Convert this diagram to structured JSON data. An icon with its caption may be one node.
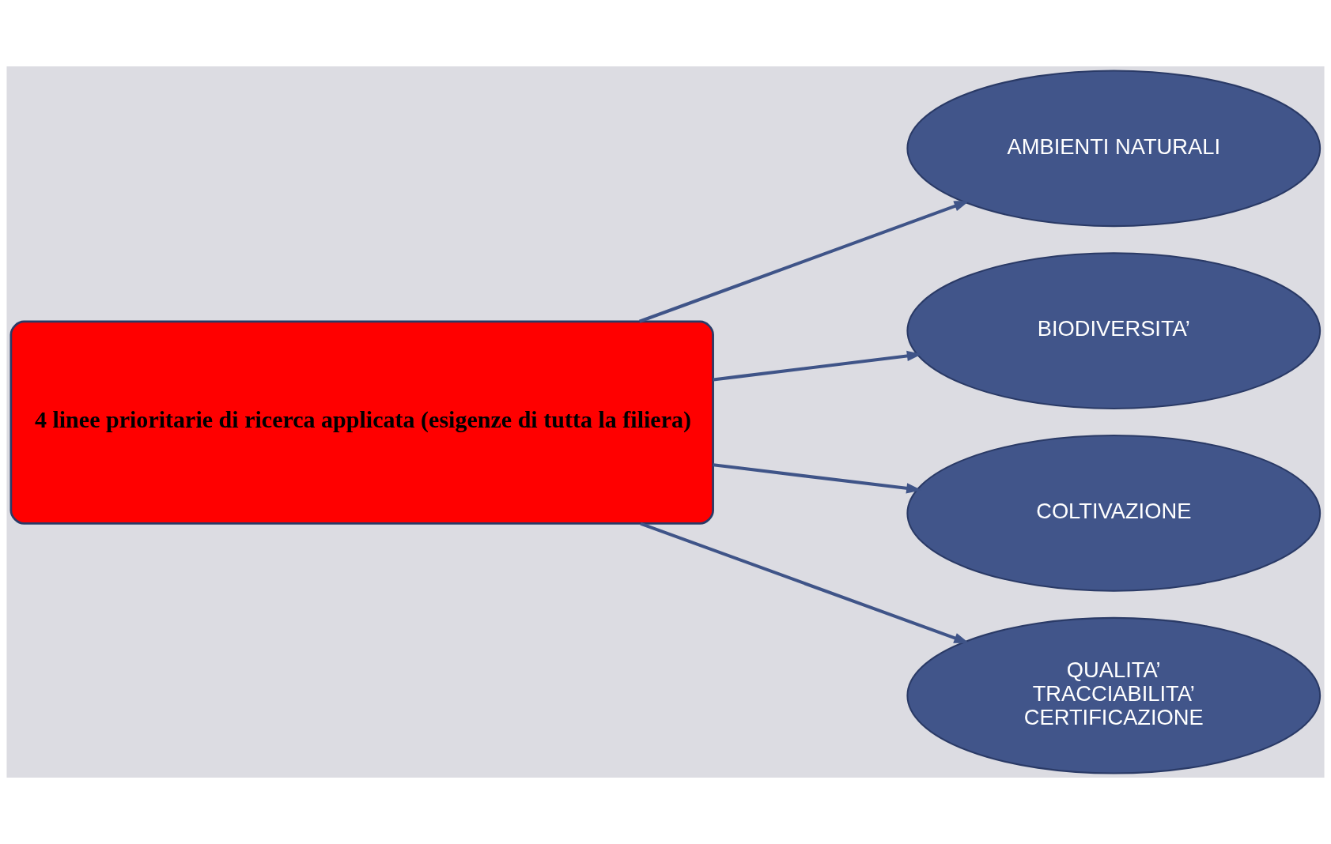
{
  "diagram": {
    "nodes": [
      {
        "text": [
          "4 linee prioritarie di ricerca applicata (esigenze di tutta la filiera)"
        ]
      },
      {
        "text": [
          "AMBIENTI NATURALI"
        ]
      },
      {
        "text": [
          "BIODIVERSITA’"
        ]
      },
      {
        "text": [
          "COLTIVAZIONE"
        ]
      },
      {
        "text": [
          "QUALITA’ TRACCIABILITA’ CERTIFICAZIONE"
        ]
      }
    ],
    "edges": [
      {
        "from": 0,
        "to": 1,
        "arrow": "to"
      },
      {
        "from": 0,
        "to": 2,
        "arrow": "to"
      },
      {
        "from": 0,
        "to": 3,
        "arrow": "to"
      },
      {
        "from": 0,
        "to": 4,
        "arrow": "to"
      }
    ]
  }
}
